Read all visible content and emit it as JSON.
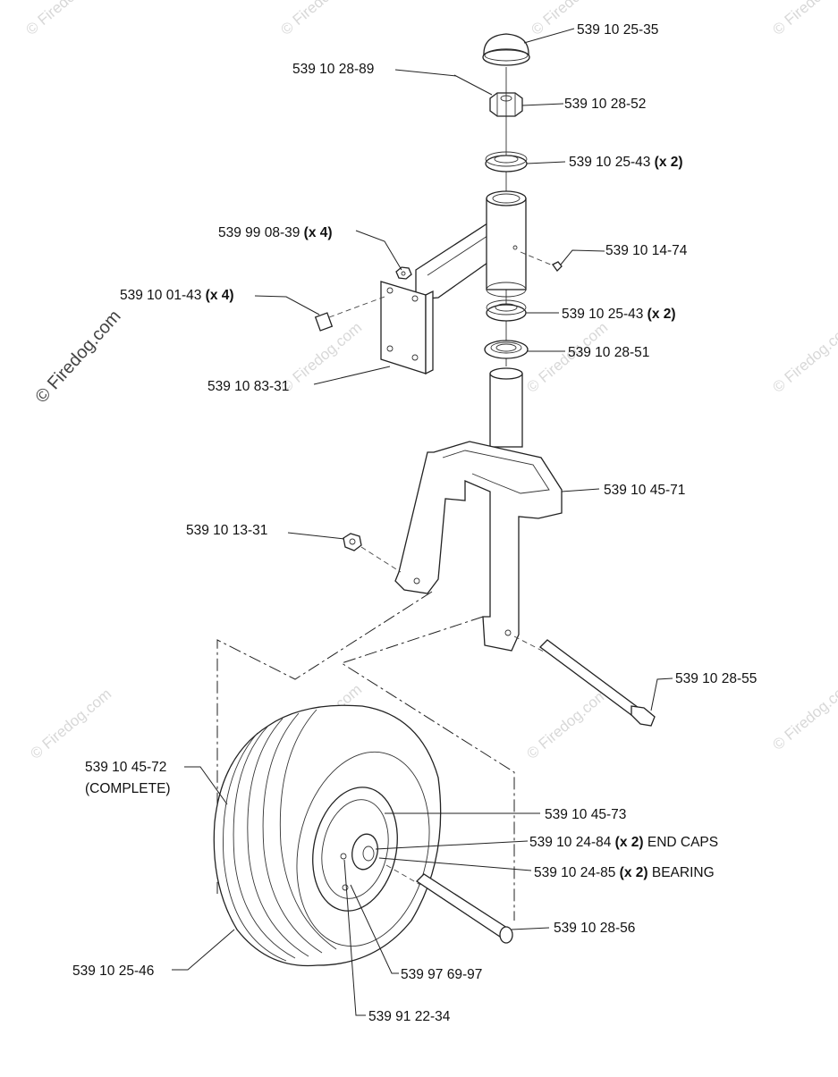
{
  "watermark": {
    "brand": "© Firedog.com",
    "short": "© Firedog.com"
  },
  "labels": [
    {
      "id": "l1",
      "part": "539 10 25-35",
      "qty": "",
      "note": ""
    },
    {
      "id": "l2",
      "part": "539 10 28-89",
      "qty": "",
      "note": ""
    },
    {
      "id": "l3",
      "part": "539 10 28-52",
      "qty": "",
      "note": ""
    },
    {
      "id": "l4",
      "part": "539 10 25-43",
      "qty": "(x 2)",
      "note": ""
    },
    {
      "id": "l5",
      "part": "539 99 08-39",
      "qty": "(x 4)",
      "note": ""
    },
    {
      "id": "l6",
      "part": "539 10 14-74",
      "qty": "",
      "note": ""
    },
    {
      "id": "l7",
      "part": "539 10 01-43",
      "qty": "(x 4)",
      "note": ""
    },
    {
      "id": "l8",
      "part": "539 10 25-43",
      "qty": "(x 2)",
      "note": ""
    },
    {
      "id": "l9",
      "part": "539 10 28-51",
      "qty": "",
      "note": ""
    },
    {
      "id": "l10",
      "part": "539 10 83-31",
      "qty": "",
      "note": ""
    },
    {
      "id": "l11",
      "part": "539 10 45-71",
      "qty": "",
      "note": ""
    },
    {
      "id": "l12",
      "part": "539 10 13-31",
      "qty": "",
      "note": ""
    },
    {
      "id": "l13",
      "part": "539 10 28-55",
      "qty": "",
      "note": ""
    },
    {
      "id": "l14",
      "part": "539 10 45-72",
      "qty": "",
      "note": "(COMPLETE)"
    },
    {
      "id": "l15",
      "part": "539 10 45-73",
      "qty": "",
      "note": ""
    },
    {
      "id": "l16",
      "part": "539 10 24-84",
      "qty": "(x 2)",
      "note": "END CAPS"
    },
    {
      "id": "l17",
      "part": "539 10 24-85",
      "qty": "(x 2)",
      "note": "BEARING"
    },
    {
      "id": "l18",
      "part": "539 10 28-56",
      "qty": "",
      "note": ""
    },
    {
      "id": "l19",
      "part": "539 10 25-46",
      "qty": "",
      "note": ""
    },
    {
      "id": "l20",
      "part": "539 97 69-97",
      "qty": "",
      "note": ""
    },
    {
      "id": "l21",
      "part": "539 91 22-34",
      "qty": "",
      "note": ""
    }
  ]
}
